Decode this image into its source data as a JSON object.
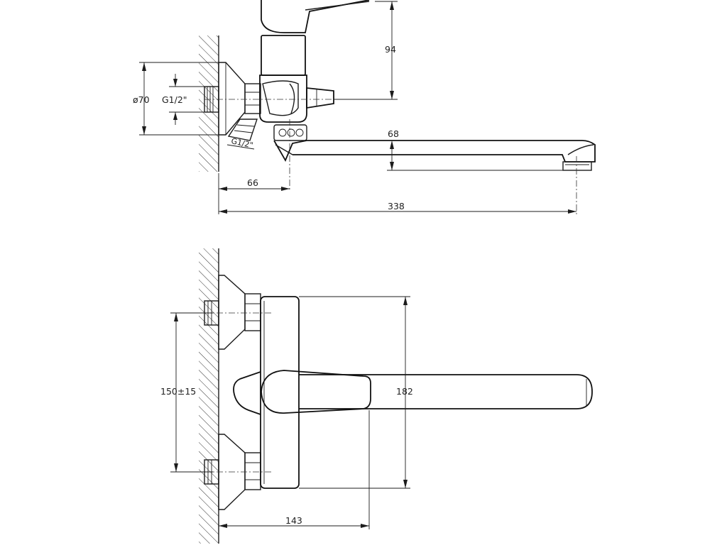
{
  "drawing": {
    "side_view": {
      "dimensions": {
        "height_94": "94",
        "diameter_70": "ø70",
        "thread_inlet": "G1/2\"",
        "thread_outlet": "G1/2\"",
        "spout_drop_68": "68",
        "offset_66": "66",
        "reach_338": "338"
      }
    },
    "top_view": {
      "dimensions": {
        "centers_150": "150±15",
        "width_182": "182",
        "depth_143": "143"
      }
    }
  }
}
